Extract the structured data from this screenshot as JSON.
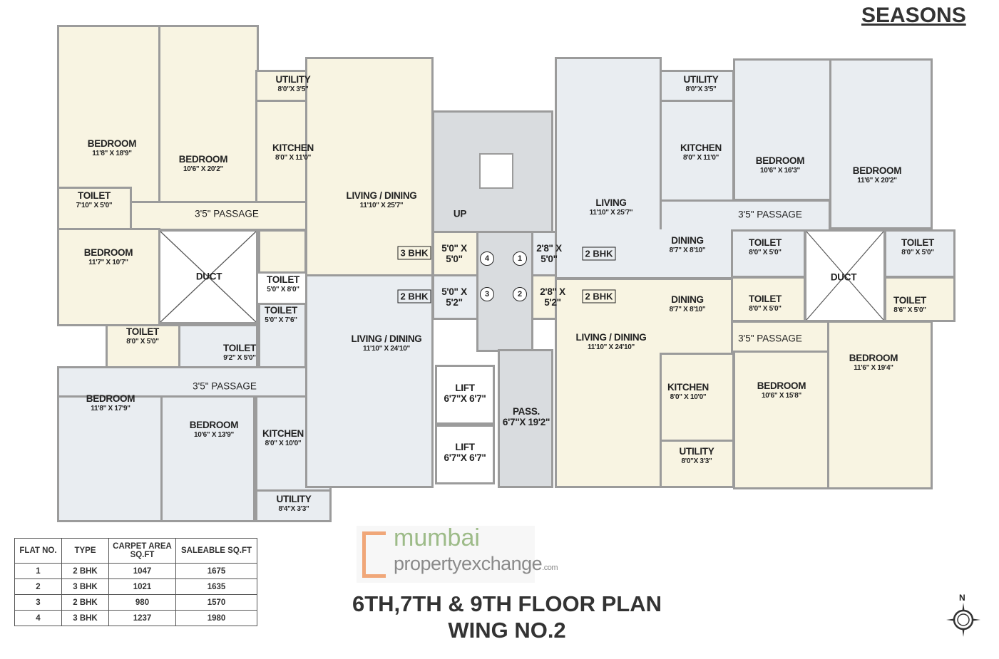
{
  "header": {
    "project": "SEASONS"
  },
  "title": {
    "line1": "6TH,7TH & 9TH FLOOR PLAN",
    "line2": "WING NO.2"
  },
  "watermark": {
    "line1": "mumbai",
    "line2": "propertyexchange",
    "suffix": ".com"
  },
  "compass": {
    "label": "N"
  },
  "colors": {
    "flat_cream": "#f8f4e2",
    "flat_blue": "#e9edf1",
    "core_grey": "#d9dcdf",
    "walls": "#9b9b9b"
  },
  "rooms": [
    {
      "name": "BEDROOM",
      "dim": "11'8\" X 18'9\""
    },
    {
      "name": "BEDROOM",
      "dim": "10'6\" X 20'2\""
    },
    {
      "name": "UTILITY",
      "dim": "8'0\"X 3'5\""
    },
    {
      "name": "KITCHEN",
      "dim": "8'0\" X 11'0\""
    },
    {
      "name": "LIVING / DINING",
      "dim": "11'10\" X 25'7\""
    },
    {
      "name": "TOILET",
      "dim": "7'10\" X 5'0\""
    },
    {
      "name": "3'5\" PASSAGE",
      "dim": ""
    },
    {
      "name": "BEDROOM",
      "dim": "11'7\" X 10'7\""
    },
    {
      "name": "DUCT",
      "dim": ""
    },
    {
      "name": "TOILET",
      "dim": "5'0\" X 8'0\""
    },
    {
      "name": "TOILET",
      "dim": "5'0\" X 7'6\""
    },
    {
      "name": "TOILET",
      "dim": "8'0\" X 5'0\""
    },
    {
      "name": "TOILET",
      "dim": "9'2\" X 5'0\""
    },
    {
      "name": "3'5\" PASSAGE",
      "dim": ""
    },
    {
      "name": "BEDROOM",
      "dim": "11'8\" X 17'9\""
    },
    {
      "name": "BEDROOM",
      "dim": "10'6\" X 13'9\""
    },
    {
      "name": "KITCHEN",
      "dim": "8'0\" X 10'0\""
    },
    {
      "name": "UTILITY",
      "dim": "8'4\"X 3'3\""
    },
    {
      "name": "LIVING / DINING",
      "dim": "11'10\" X 24'10\""
    },
    {
      "name": "UP",
      "dim": ""
    },
    {
      "name": "5'0\" X",
      "dim": "5'0\""
    },
    {
      "name": "5'0\" X",
      "dim": "5'2\""
    },
    {
      "name": "2'8\" X",
      "dim": "5'0\""
    },
    {
      "name": "2'8\" X",
      "dim": "5'2\""
    },
    {
      "name": "LIFT",
      "dim": "6'7\"X 6'7\""
    },
    {
      "name": "LIFT",
      "dim": "6'7\"X 6'7\""
    },
    {
      "name": "PASS.",
      "dim": "6'7\"X 19'2\""
    },
    {
      "name": "LIVING",
      "dim": "11'10\" X 25'7\""
    },
    {
      "name": "UTILITY",
      "dim": "8'0\"X 3'5\""
    },
    {
      "name": "KITCHEN",
      "dim": "8'0\" X 11'0\""
    },
    {
      "name": "BEDROOM",
      "dim": "10'6\" X 16'3\""
    },
    {
      "name": "BEDROOM",
      "dim": "11'6\" X 20'2\""
    },
    {
      "name": "3'5\" PASSAGE",
      "dim": ""
    },
    {
      "name": "DINING",
      "dim": "8'7\" X 8'10\""
    },
    {
      "name": "TOILET",
      "dim": "8'0\" X 5'0\""
    },
    {
      "name": "TOILET",
      "dim": "8'0\" X 5'0\""
    },
    {
      "name": "DUCT",
      "dim": ""
    },
    {
      "name": "TOILET",
      "dim": "8'0\" X 5'0\""
    },
    {
      "name": "TOILET",
      "dim": "8'6\" X 5'0\""
    },
    {
      "name": "DINING",
      "dim": "8'7\" X 8'10\""
    },
    {
      "name": "LIVING / DINING",
      "dim": "11'10\" X 24'10\""
    },
    {
      "name": "3'5\" PASSAGE",
      "dim": ""
    },
    {
      "name": "KITCHEN",
      "dim": "8'0\" X 10'0\""
    },
    {
      "name": "BEDROOM",
      "dim": "10'6\" X 15'8\""
    },
    {
      "name": "BEDROOM",
      "dim": "11'6\" X 19'4\""
    },
    {
      "name": "UTILITY",
      "dim": "8'0\"X 3'3\""
    }
  ],
  "badges": [
    "3 BHK",
    "2 BHK",
    "2 BHK",
    "2 BHK"
  ],
  "flat_markers": [
    "4",
    "1",
    "3",
    "2"
  ],
  "area_table": {
    "headers": [
      "FLAT NO.",
      "TYPE",
      "CARPET AREA SQ.FT",
      "SALEABLE SQ.FT"
    ],
    "rows": [
      [
        "1",
        "2 BHK",
        "1047",
        "1675"
      ],
      [
        "2",
        "3 BHK",
        "1021",
        "1635"
      ],
      [
        "3",
        "2 BHK",
        "980",
        "1570"
      ],
      [
        "4",
        "3 BHK",
        "1237",
        "1980"
      ]
    ]
  }
}
